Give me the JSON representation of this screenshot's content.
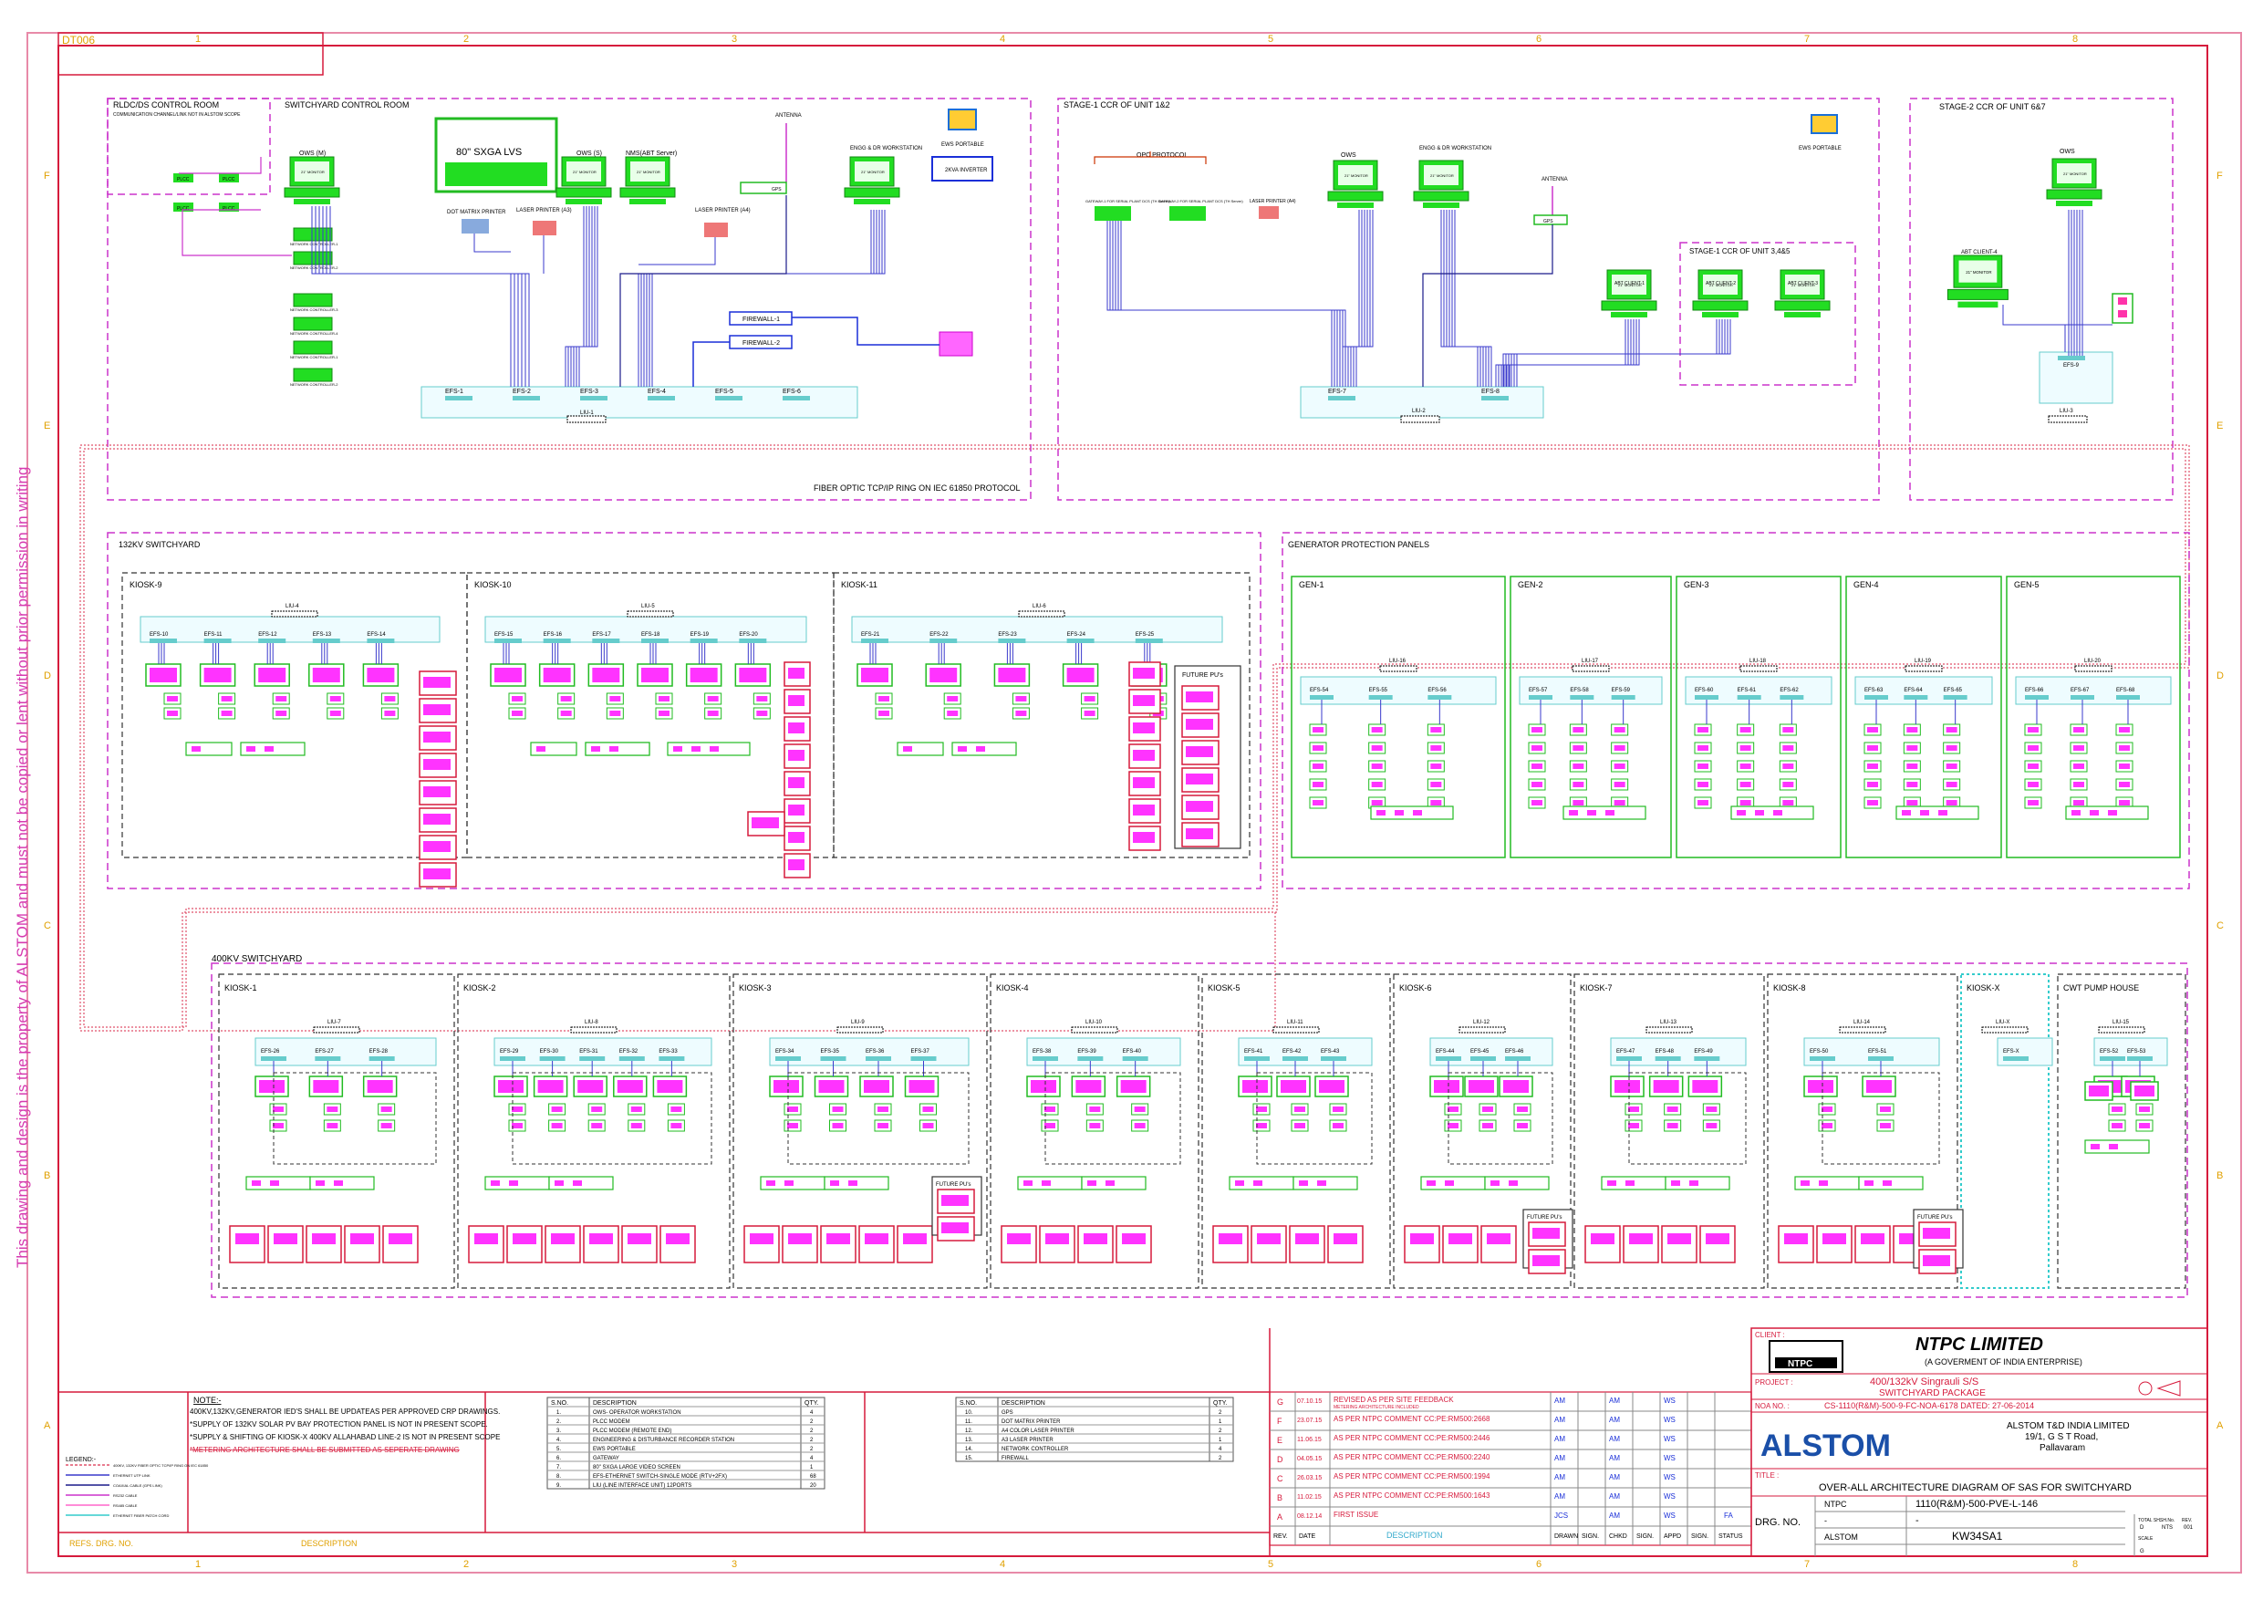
{
  "sheet": {
    "corner_label": "DT006",
    "col_numbers": [
      "1",
      "2",
      "3",
      "4",
      "5",
      "6",
      "7",
      "8"
    ],
    "row_letters": [
      "F",
      "E",
      "D",
      "C",
      "B",
      "A"
    ],
    "side_note": "This drawing and design is the property of ALSTOM and must not be copied or lent without prior permission in writing"
  },
  "zones": {
    "rldc": {
      "title": "RLDC/DS CONTROL ROOM",
      "subtitle": "COMMUNICATION CHANNEL/LINK NOT IN ALSTOM SCOPE",
      "plcc": [
        "PLCC",
        "PLCC",
        "PLCC",
        "PLCC"
      ]
    },
    "swyard_cr": {
      "title": "SWITCHYARD CONTROL ROOM",
      "lvs": "80\" SXGA LVS",
      "ows_m": "OWS (M)",
      "ows_s": "OWS (S)",
      "nms": "NMS(ABT Server)",
      "engg": "ENGG & DR WORKSTATION",
      "ews_portable": "EWS PORTABLE",
      "inverter": "2KVA INVERTER",
      "antenna": "ANTENNA",
      "gps": "GPS",
      "dot_matrix": "DOT MATRIX PRINTER",
      "laser_a3": "LASER PRINTER (A3)",
      "laser_a4": "LASER PRINTER (A4)",
      "firewall1": "FIREWALL-1",
      "firewall2": "FIREWALL-2",
      "efs": [
        "EFS-1",
        "EFS-2",
        "EFS-3",
        "EFS-4",
        "EFS-5",
        "EFS-6"
      ],
      "liu": "LIU-1",
      "ring_note": "FIBER OPTIC TCP/IP RING ON IEC 61850 PROTOCOL"
    },
    "stage1": {
      "title": "STAGE-1 CCR OF UNIT 1&2",
      "opc": "OPC PROTOCOL",
      "gateway1": "GATEWAY-1 FOR SERIAL PLANT DCS (TH Server)",
      "gateway2": "GATEWAY-2 FOR SERIAL PLANT DCS (TH Server)",
      "laser": "LASER PRINTER (A4)",
      "ows": "OWS",
      "engg": "ENGG & DR WORKSTATION",
      "ews_portable": "EWS PORTABLE",
      "antenna": "ANTENNA",
      "gps": "GPS",
      "sub_title": "STAGE-1 CCR OF UNIT 3,4&5",
      "abt": [
        "ABT CLIENT-1",
        "ABT CLIENT-2",
        "ABT CLIENT-3"
      ],
      "efs": [
        "EFS-7",
        "EFS-8"
      ],
      "liu": "LIU-2"
    },
    "stage2": {
      "title": "STAGE-2 CCR OF UNIT 6&7",
      "ows": "OWS",
      "abt": "ABT CLIENT-4",
      "efs": "EFS-9",
      "liu": "LIU-3"
    },
    "kv132": {
      "title": "132KV SWITCHYARD",
      "kiosks": [
        {
          "name": "KIOSK-9",
          "liu": "LIU-4",
          "efs": [
            "EFS-10",
            "EFS-11",
            "EFS-12",
            "EFS-13",
            "EFS-14"
          ]
        },
        {
          "name": "KIOSK-10",
          "liu": "LIU-5",
          "efs": [
            "EFS-15",
            "EFS-16",
            "EFS-17",
            "EFS-18",
            "EFS-19",
            "EFS-20"
          ]
        },
        {
          "name": "KIOSK-11",
          "liu": "LIU-6",
          "efs": [
            "EFS-21",
            "EFS-22",
            "EFS-23",
            "EFS-24",
            "EFS-25"
          ]
        }
      ],
      "future": "FUTURE PU's"
    },
    "gen": {
      "title": "GENERATOR PROTECTION PANELS",
      "units": [
        {
          "name": "GEN-1",
          "liu": "LIU-16",
          "efs": [
            "EFS-54",
            "EFS-55",
            "EFS-56"
          ]
        },
        {
          "name": "GEN-2",
          "liu": "LIU-17",
          "efs": [
            "EFS-57",
            "EFS-58",
            "EFS-59"
          ]
        },
        {
          "name": "GEN-3",
          "liu": "LIU-18",
          "efs": [
            "EFS-60",
            "EFS-61",
            "EFS-62"
          ]
        },
        {
          "name": "GEN-4",
          "liu": "LIU-19",
          "efs": [
            "EFS-63",
            "EFS-64",
            "EFS-65"
          ]
        },
        {
          "name": "GEN-5",
          "liu": "LIU-20",
          "efs": [
            "EFS-66",
            "EFS-67",
            "EFS-68"
          ]
        }
      ]
    },
    "kv400": {
      "title": "400KV SWITCHYARD",
      "kiosks": [
        {
          "name": "KIOSK-1",
          "liu": "LIU-7",
          "efs": [
            "EFS-26",
            "EFS-27",
            "EFS-28"
          ]
        },
        {
          "name": "KIOSK-2",
          "liu": "LIU-8",
          "efs": [
            "EFS-29",
            "EFS-30",
            "EFS-31",
            "EFS-32",
            "EFS-33"
          ]
        },
        {
          "name": "KIOSK-3",
          "liu": "LIU-9",
          "efs": [
            "EFS-34",
            "EFS-35",
            "EFS-36",
            "EFS-37"
          ]
        },
        {
          "name": "KIOSK-4",
          "liu": "LIU-10",
          "efs": [
            "EFS-38",
            "EFS-39",
            "EFS-40"
          ]
        },
        {
          "name": "KIOSK-5",
          "liu": "LIU-11",
          "efs": [
            "EFS-41",
            "EFS-42",
            "EFS-43"
          ]
        },
        {
          "name": "KIOSK-6",
          "liu": "LIU-12",
          "efs": [
            "EFS-44",
            "EFS-45",
            "EFS-46"
          ]
        },
        {
          "name": "KIOSK-7",
          "liu": "LIU-13",
          "efs": [
            "EFS-47",
            "EFS-48",
            "EFS-49"
          ]
        },
        {
          "name": "KIOSK-8",
          "liu": "LIU-14",
          "efs": [
            "EFS-50",
            "EFS-51"
          ]
        },
        {
          "name": "KIOSK-X",
          "liu": "LIU-X",
          "efs": [
            "EFS-X"
          ]
        },
        {
          "name": "CWT PUMP HOUSE",
          "liu": "LIU-15",
          "efs": [
            "EFS-52",
            "EFS-53"
          ]
        }
      ],
      "future": "FUTURE PU's"
    }
  },
  "legend": {
    "title": "LEGEND:-",
    "items": [
      "400KV, 132KV FIBER OPTIC TCP/IP RING ON IEC 61850",
      "ETHERNET UTP LINK",
      "COAXIAL CABLE (GPS LINK)",
      "RS232 CABLE",
      "RS485 CABLE",
      "ETHERNET FIBER PATCH CORD"
    ]
  },
  "notes": {
    "title": "NOTE:-",
    "lines": [
      "400KV,132KV,GENERATOR IED'S SHALL BE UPDATEAS PER APPROVED CRP DRAWINGS.",
      "*SUPPLY OF 132KV SOLAR PV BAY PROTECTION PANEL IS NOT IN PRESENT SCOPE.",
      "*SUPPLY & SHIFTING OF KIOSK-X 400KV ALLAHABAD LINE-2 IS NOT IN PRESENT SCOPE",
      "*METERING ARCHITECTURE SHALL BE SUBMITTED AS SEPERATE DRAWING"
    ]
  },
  "table1": {
    "headers": [
      "S.NO.",
      "DESCRIPTION",
      "QTY."
    ],
    "rows": [
      [
        "1.",
        "OWS- OPERATOR WORKSTATION",
        "4"
      ],
      [
        "2.",
        "PLCC MODEM",
        "2"
      ],
      [
        "3.",
        "PLCC MODEM (REMOTE END)",
        "2"
      ],
      [
        "4.",
        "ENGINEERING & DISTURBANCE RECORDER STATION",
        "2"
      ],
      [
        "5.",
        "EWS PORTABLE",
        "2"
      ],
      [
        "6.",
        "GATEWAY",
        "4"
      ],
      [
        "7.",
        "80\" SXGA LARGE VIDEO SCREEN",
        "1"
      ],
      [
        "8.",
        "EFS-ETHERNET SWITCH-SINGLE MODE (RTV+2FX)",
        "68"
      ],
      [
        "9.",
        "LIU (LINE INTERFACE UNIT) 12PORTS",
        "20"
      ]
    ]
  },
  "table2": {
    "headers": [
      "S.NO.",
      "DESCRIPTION",
      "QTY."
    ],
    "rows": [
      [
        "10.",
        "GPS",
        "2"
      ],
      [
        "11.",
        "DOT MATRIX PRINTER",
        "1"
      ],
      [
        "12.",
        "A4 COLOR LASER PRINTER",
        "2"
      ],
      [
        "13.",
        "A3 LASER PRINTER",
        "1"
      ],
      [
        "14.",
        "NETWORK CONTROLLER",
        "4"
      ],
      [
        "15.",
        "FIREWALL",
        "2"
      ]
    ]
  },
  "refs": {
    "col1": "REFS. DRG. NO.",
    "col2": "DESCRIPTION"
  },
  "revisions": {
    "rows": [
      {
        "rev": "G",
        "date": "07.10.15",
        "desc": "REVISED AS PER SITE FEEDBACK",
        "desc2": "METERING ARCHITECTURE INCLUDED",
        "drawn": "AM",
        "chkd": "AM",
        "appd": "WS"
      },
      {
        "rev": "F",
        "date": "23.07.15",
        "desc": "AS PER NTPC COMMENT CC:PE:RM500:2668",
        "desc2": "",
        "drawn": "AM",
        "chkd": "AM",
        "appd": "WS"
      },
      {
        "rev": "E",
        "date": "11.06.15",
        "desc": "AS PER NTPC COMMENT CC:PE:RM500:2446",
        "desc2": "",
        "drawn": "AM",
        "chkd": "AM",
        "appd": "WS"
      },
      {
        "rev": "D",
        "date": "04.05.15",
        "desc": "AS PER NTPC COMMENT CC:PE:RM500:2240",
        "desc2": "",
        "drawn": "AM",
        "chkd": "AM",
        "appd": "WS"
      },
      {
        "rev": "C",
        "date": "26.03.15",
        "desc": "AS PER NTPC COMMENT CC:PE:RM500:1994",
        "desc2": "",
        "drawn": "AM",
        "chkd": "AM",
        "appd": "WS"
      },
      {
        "rev": "B",
        "date": "11.02.15",
        "desc": "AS PER NTPC COMMENT CC:PE:RM500:1643",
        "desc2": "",
        "drawn": "AM",
        "chkd": "AM",
        "appd": "WS"
      },
      {
        "rev": "A",
        "date": "08.12.14",
        "desc": "FIRST ISSUE",
        "desc2": "",
        "drawn": "JCS",
        "chkd": "AM",
        "appd": "WS",
        "status": "FA"
      }
    ],
    "footer": [
      "REV.",
      "DATE",
      "DESCRIPTION",
      "DRAWN",
      "SIGN.",
      "CHKD",
      "SIGN.",
      "APPD",
      "SIGN.",
      "STATUS"
    ]
  },
  "title_block": {
    "client_label": "CLIENT :",
    "client_logo": "NTPC",
    "client_name": "NTPC LIMITED",
    "client_sub": "(A GOVERMENT OF INDIA ENTERPRISE)",
    "project_label": "PROJECT :",
    "project_line1": "400/132kV Singrauli S/S",
    "project_line2": "SWITCHYARD PACKAGE",
    "noa_label": "NOA NO. :",
    "noa_value": "CS-1110(R&M)-500-9-FC-NOA-6178 DATED: 27-06-2014",
    "contractor_logo": "ALSTOM",
    "contractor_line1": "ALSTOM T&D INDIA LIMITED",
    "contractor_line2": "19/1, G S T Road,",
    "contractor_line3": "Pallavaram",
    "title_label": "TITLE :",
    "title_value": "OVER-ALL ARCHITECTURE DIAGRAM OF SAS FOR SWITCHYARD",
    "drg_label": "DRG. NO.",
    "drg_rows": [
      [
        "NTPC",
        "1110(R&M)-500-PVE-L-146"
      ],
      [
        "-",
        "-"
      ],
      [
        "ALSTOM",
        "KW34SA1"
      ]
    ],
    "small_labels": [
      "TOTAL SH.",
      "SH.No.",
      "REV.",
      "SCALE"
    ],
    "small_values": [
      "D",
      "NTS",
      "001",
      "G"
    ]
  }
}
